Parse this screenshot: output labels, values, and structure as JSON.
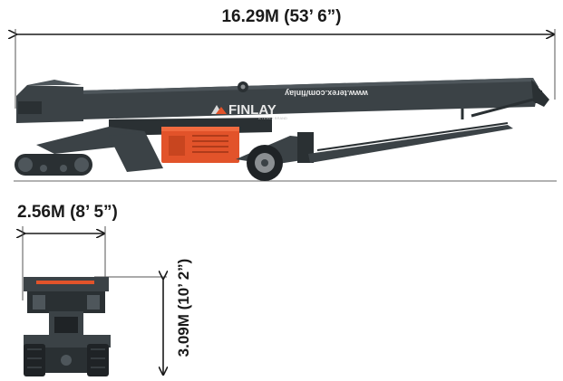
{
  "dimensions": {
    "length_label": "16.29M (53’ 6”)",
    "width_label": "2.56M (8’ 5”)",
    "height_label": "3.09M (10’ 2”)"
  },
  "machine": {
    "brand_text": "FINLAY",
    "brand_sub": "A TEREX BRAND",
    "url_text": "www.terex.com/finlay"
  },
  "colors": {
    "frame": "#3b4246",
    "frame_dark": "#2a3033",
    "accent_orange": "#e2532a",
    "line": "#1a1a1a"
  }
}
